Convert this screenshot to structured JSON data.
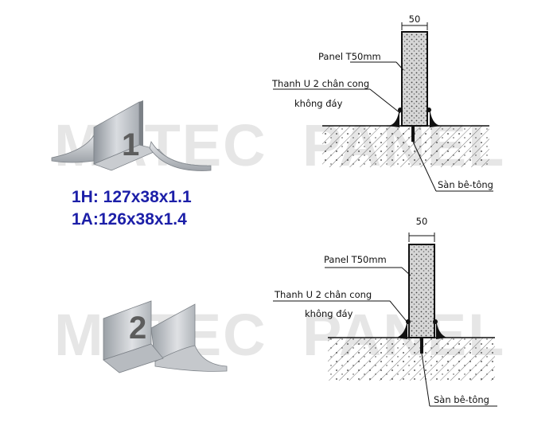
{
  "watermark": {
    "left": "MATEC",
    "right": "PANEL"
  },
  "profiles": [
    {
      "number": "1",
      "specs": [
        "1H: 127x38x1.1",
        "1A:126x38x1.4"
      ]
    },
    {
      "number": "2"
    }
  ],
  "diagrams": [
    {
      "dimension": "50",
      "panel_label": "Panel T50mm",
      "channel_label_line1": "Thanh U 2 chân cong",
      "channel_label_line2": "không đáy",
      "floor_label": "Sàn bê-tông"
    },
    {
      "dimension": "50",
      "panel_label": "Panel T50mm",
      "channel_label_line1": "Thanh U 2 chân cong",
      "channel_label_line2": "không đáy",
      "floor_label": "Sàn bê-tông"
    }
  ],
  "colors": {
    "spec_text": "#1c1fa8",
    "watermark": "#e6e6e6",
    "profile_metal": "#b8bcc2"
  }
}
